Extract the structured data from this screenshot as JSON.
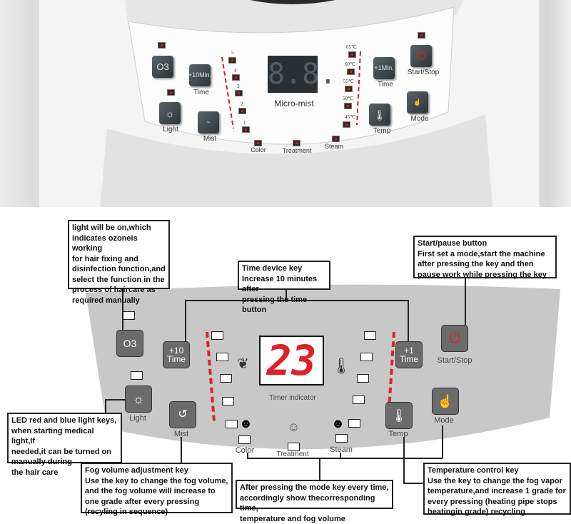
{
  "photo": {
    "buttons": {
      "ozone": "O3",
      "time10": "+10Min.",
      "time1": "+1Min.",
      "start": "Start/Stop"
    },
    "labels": {
      "time_left": "Time",
      "light": "Light",
      "mist": "Mist",
      "display_label": "Micro-mist",
      "time_right": "Time",
      "temp": "Temp",
      "mode": "Mode",
      "start_stop": "Start/Stop",
      "color": "Color",
      "treatment": "Treatment",
      "steam": "Steam"
    },
    "display": "8.8.",
    "mist_levels": [
      "5",
      "4",
      "3",
      "2",
      "1"
    ],
    "temp_levels": [
      "65℃",
      "60℃",
      "55℃",
      "50℃",
      "45℃"
    ]
  },
  "diagram": {
    "buttons": {
      "ozone": "O3",
      "time10_top": "+10",
      "time10_bottom": "Time",
      "time1_top": "+1",
      "time1_bottom": "Time"
    },
    "labels": {
      "start_stop": "Start/Stop",
      "light": "Light",
      "mist": "Mist",
      "temp": "Temp",
      "mode": "Mode",
      "color": "Color",
      "treatment": "Treatment",
      "steam": "Steam",
      "timer_indicator": "Timer indicator"
    },
    "display": "23",
    "accent_color": "#e0202a"
  },
  "callouts": {
    "ozone": "light will be on,which\nindicates ozoneis working\nfor hair fixing and\ndisinfection function,and\nselect the function in the\nprocess of haircare as\nrequired manually",
    "time": "Time device key\nIncrease 10 minutes after\npressing the time button",
    "start": "Start/pause button\nFirst set a mode,start the machine\nafter pressing the key and then\npause work while pressing the key",
    "light": "LED red and blue light keys,\nwhen starting medical light,If\nneeded,it can be turned on\nmanually during\nthe hair care",
    "mist": "Fog volume adjustment key\nUse the key to change the fog volume,\nand the fog volume will increase to\none grade after every pressing\n(recyling in sequence)",
    "mode": "After pressing the mode key every time,\naccordingly show thecorresponding time,\ntemperature and fog volume",
    "temp": "Temperature control key\nUse the key to change the fog vapor\ntemperature,and increase 1 grade for\nevery pressing (heating pipe stops\nheatingin grade) recycling"
  }
}
